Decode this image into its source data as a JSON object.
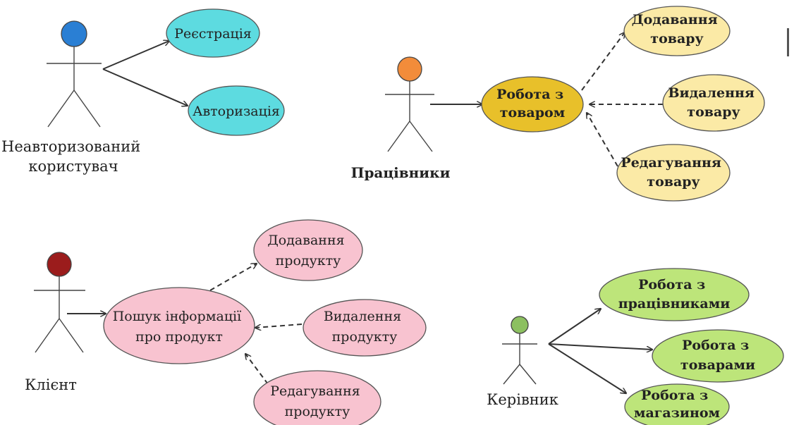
{
  "colors": {
    "guest_head": "#2a7fd4",
    "employee_head": "#f28c3a",
    "client_head": "#9b1c1c",
    "manager_head": "#8cc060",
    "cyan_usecase": "#5ddbe0",
    "gold_usecase": "#e8c02a",
    "light_yellow_usecase": "#fbeaa6",
    "pink_usecase": "#f8c3d0",
    "green_usecase": "#bde57a"
  },
  "diagrams": {
    "guest": {
      "actor_lines": [
        "Неавторизований",
        "користувач"
      ],
      "use_cases": [
        {
          "lines": [
            "Реєстрація"
          ]
        },
        {
          "lines": [
            "Авторизація"
          ]
        }
      ]
    },
    "employees": {
      "actor_lines": [
        "Працівники"
      ],
      "main_use_case": {
        "lines": [
          "Робота з",
          "товаром"
        ]
      },
      "extensions": [
        {
          "lines": [
            "Додавання",
            "товару"
          ]
        },
        {
          "lines": [
            "Видалення",
            "товару"
          ]
        },
        {
          "lines": [
            "Редагування",
            "товару"
          ]
        }
      ]
    },
    "client": {
      "actor_lines": [
        "Клієнт"
      ],
      "main_use_case": {
        "lines": [
          "Пошук інформації",
          "про продукт"
        ]
      },
      "extensions": [
        {
          "lines": [
            "Додавання",
            "продукту"
          ]
        },
        {
          "lines": [
            "Видалення",
            "продукту"
          ]
        },
        {
          "lines": [
            "Редагування",
            "продукту"
          ]
        }
      ]
    },
    "manager": {
      "actor_lines": [
        "Керівник"
      ],
      "use_cases": [
        {
          "lines": [
            "Робота з",
            "працівниками"
          ]
        },
        {
          "lines": [
            "Робота з",
            "товарами"
          ]
        },
        {
          "lines": [
            "Робота з",
            "магазином"
          ]
        }
      ]
    }
  }
}
